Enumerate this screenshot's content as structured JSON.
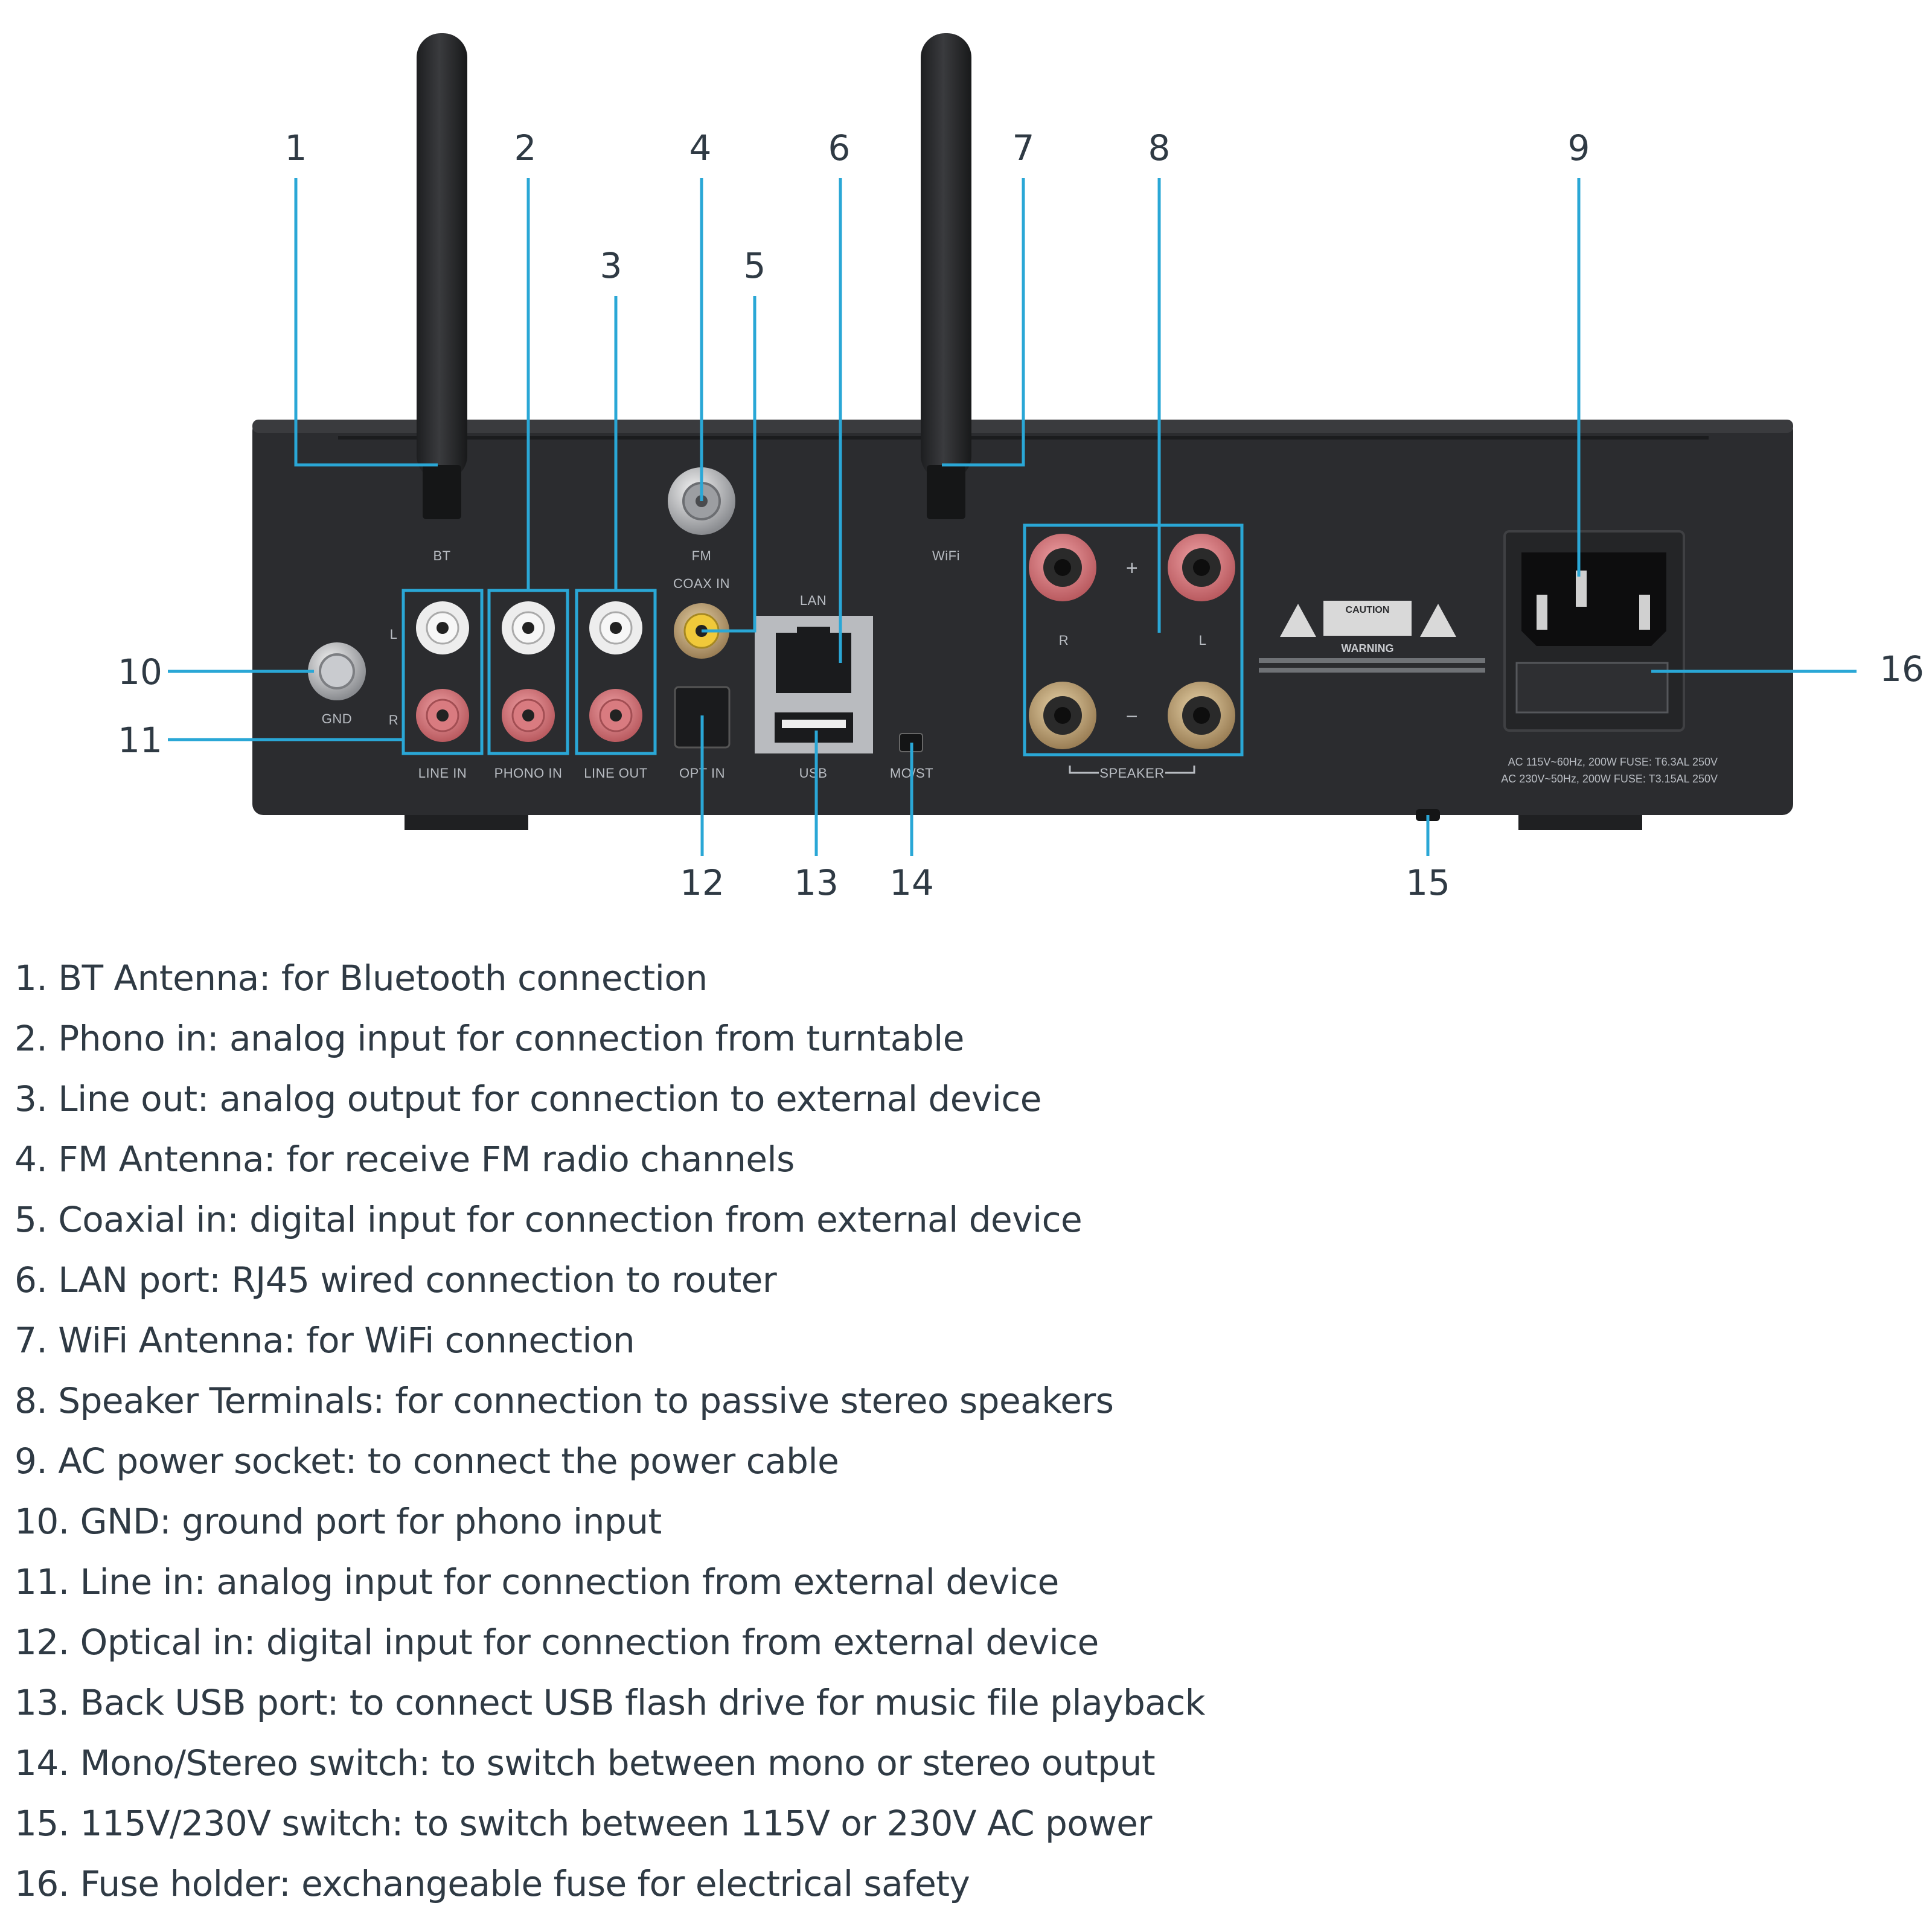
{
  "panel_labels": {
    "bt": "BT",
    "fm": "FM",
    "wifi": "WiFi",
    "coax_in": "COAX IN",
    "lan": "LAN",
    "gnd": "GND",
    "l": "L",
    "r": "R",
    "line_in": "LINE IN",
    "phono_in": "PHONO IN",
    "line_out": "LINE OUT",
    "opt_in": "OPT IN",
    "usb": "USB",
    "mo_st": "MO/ST",
    "speaker": "SPEAKER",
    "speaker_r": "R",
    "speaker_l": "L",
    "plus": "+",
    "minus": "−",
    "caution": "CAUTION",
    "warning": "WARNING",
    "rating_line_1": "AC 115V~60Hz, 200W FUSE: T6.3AL 250V",
    "rating_line_2": "AC 230V~50Hz, 200W FUSE: T3.15AL 250V"
  },
  "callout_numbers": [
    "1",
    "2",
    "3",
    "4",
    "5",
    "6",
    "7",
    "8",
    "9",
    "10",
    "11",
    "12",
    "13",
    "14",
    "15",
    "16"
  ],
  "legend": [
    "1. BT Antenna: for Bluetooth connection",
    "2. Phono in: analog input for connection from turntable",
    "3. Line out: analog output for connection to external device",
    "4. FM Antenna: for receive FM radio channels",
    "5. Coaxial in: digital input for connection from external device",
    "6. LAN port: RJ45 wired connection to router",
    "7. WiFi Antenna: for WiFi connection",
    "8. Speaker Terminals: for connection to passive stereo speakers",
    "9. AC power socket: to connect the power cable",
    "10. GND: ground port for phono input",
    "11. Line in: analog input for connection from external device",
    "12. Optical in: digital input for connection from external device",
    "13. Back USB port: to connect USB flash drive for music file playback",
    "14. Mono/Stereo switch: to switch between mono or stereo output",
    "15. 115V/230V switch: to switch between 115V or 230V AC power",
    "16. Fuse holder: exchangeable fuse for electrical safety"
  ],
  "colors": {
    "chassis": "#2b2c2f",
    "callout": "#2aa7d6",
    "text": "#2f3a44"
  }
}
